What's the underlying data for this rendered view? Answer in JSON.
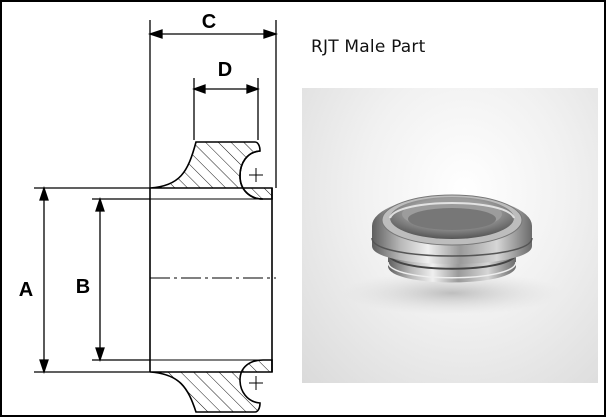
{
  "figure": {
    "title": "RJT Male Part",
    "dimensions": {
      "a": "A",
      "b": "B",
      "c": "C",
      "d": "D"
    }
  }
}
